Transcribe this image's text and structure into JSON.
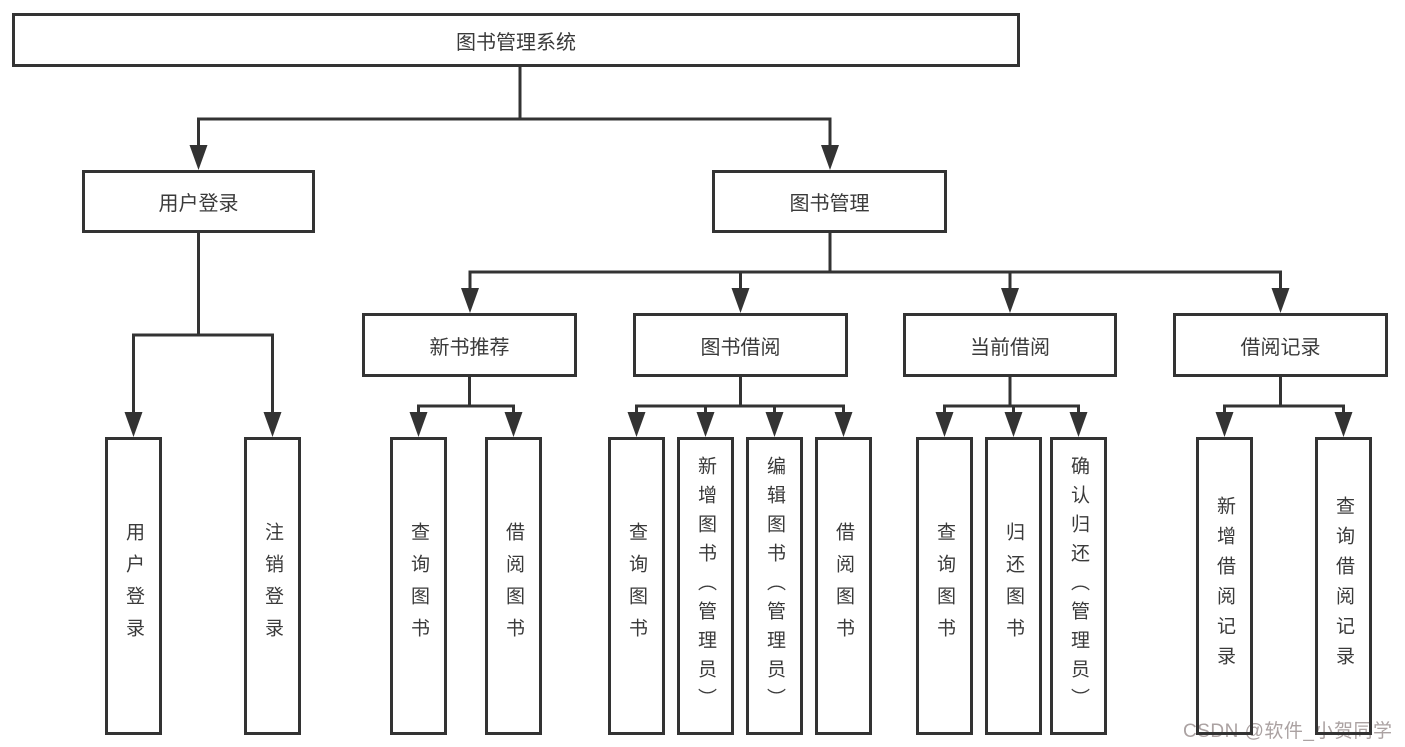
{
  "diagram": {
    "root": "图书管理系统",
    "level1": [
      "用户登录",
      "图书管理"
    ],
    "level2": [
      "新书推荐",
      "图书借阅",
      "当前借阅",
      "借阅记录"
    ],
    "leaves": [
      "用户登录",
      "注销登录",
      "查询图书",
      "借阅图书",
      "查询图书",
      "新增图书（管理员）",
      "编辑图书（管理员）",
      "借阅图书",
      "查询图书",
      "归还图书",
      "确认归还（管理员）",
      "新增借阅记录",
      "查询借阅记录"
    ],
    "colors": {
      "line": "#333333",
      "text": "#3a3a3a",
      "background": "#ffffff",
      "watermark": "#aba2a2"
    }
  },
  "watermark": "CSDN @软件_小贺同学"
}
